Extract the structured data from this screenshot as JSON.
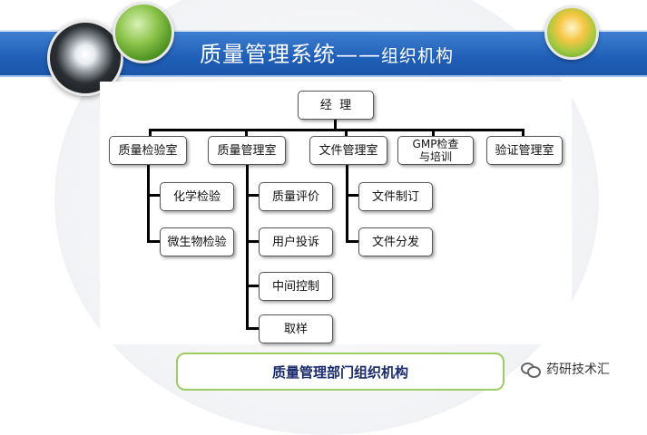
{
  "title": {
    "main": "质量管理系统",
    "dash": "——",
    "sub": "组织机构"
  },
  "chart": {
    "root": "经  理",
    "departments": [
      {
        "label": "质量检验室",
        "children": [
          "化学检验",
          "微生物检验"
        ]
      },
      {
        "label": "质量管理室",
        "children": [
          "质量评价",
          "用户投诉",
          "中间控制",
          "取样"
        ]
      },
      {
        "label": "文件管理室",
        "children": [
          "文件制订",
          "文件分发"
        ]
      },
      {
        "label": "GMP检查\n与培训",
        "children": []
      },
      {
        "label": "验证管理室",
        "children": []
      }
    ]
  },
  "caption": "质量管理部门组织机构",
  "watermark": "药研技术汇",
  "icons": {
    "watermark": "wechat-icon"
  }
}
